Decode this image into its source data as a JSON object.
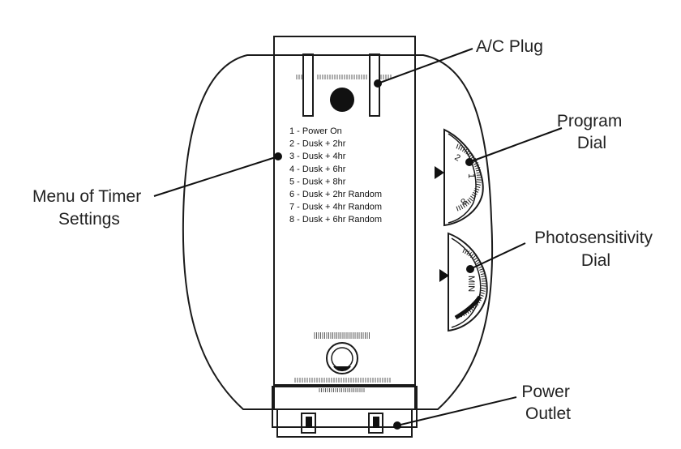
{
  "labels": {
    "ac_plug": "A/C Plug",
    "program_dial": [
      "Program",
      "Dial"
    ],
    "photo_dial": [
      "Photosensitivity",
      "Dial"
    ],
    "menu": [
      "Menu of Timer",
      "Settings"
    ],
    "power_outlet": [
      "Power",
      "Outlet"
    ]
  },
  "menu_items": [
    "1 - Power On",
    "2 - Dusk + 2hr",
    "3 - Dusk + 4hr",
    "4 - Dusk + 6hr",
    "5 - Dusk + 8hr",
    "6 - Dusk + 2hr Random",
    "7 - Dusk + 4hr Random",
    "8 - Dusk + 6hr Random"
  ],
  "program_dial_marks": [
    "2",
    "1",
    "8"
  ],
  "photo_dial_mark": "MIN",
  "colors": {
    "ink": "#1a1a1a",
    "background": "#ffffff"
  }
}
